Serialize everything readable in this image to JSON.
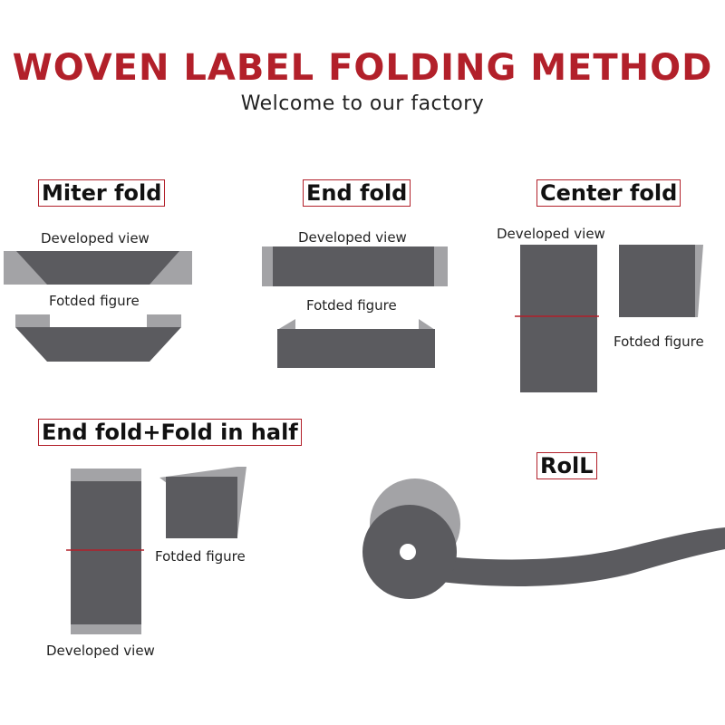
{
  "title": "WOVEN LABEL FOLDING METHOD",
  "subtitle": "Welcome to our factory",
  "colors": {
    "title": "#b2202a",
    "box_border": "#b2202a",
    "label_dark": "#5b5b5f",
    "label_light": "#a3a3a6"
  },
  "sections": {
    "miter": {
      "heading": "Miter fold",
      "developed": "Developed view",
      "folded": "Fotded figure"
    },
    "end": {
      "heading": "End fold",
      "developed": "Developed view",
      "folded": "Fotded figure"
    },
    "center": {
      "heading": "Center fold",
      "developed": "Developed view",
      "folded": "Fotded figure"
    },
    "endhalf": {
      "heading": "End fold+Fold in half",
      "developed": "Developed view",
      "folded": "Fotded figure"
    },
    "roll": {
      "heading": "RolL"
    }
  }
}
